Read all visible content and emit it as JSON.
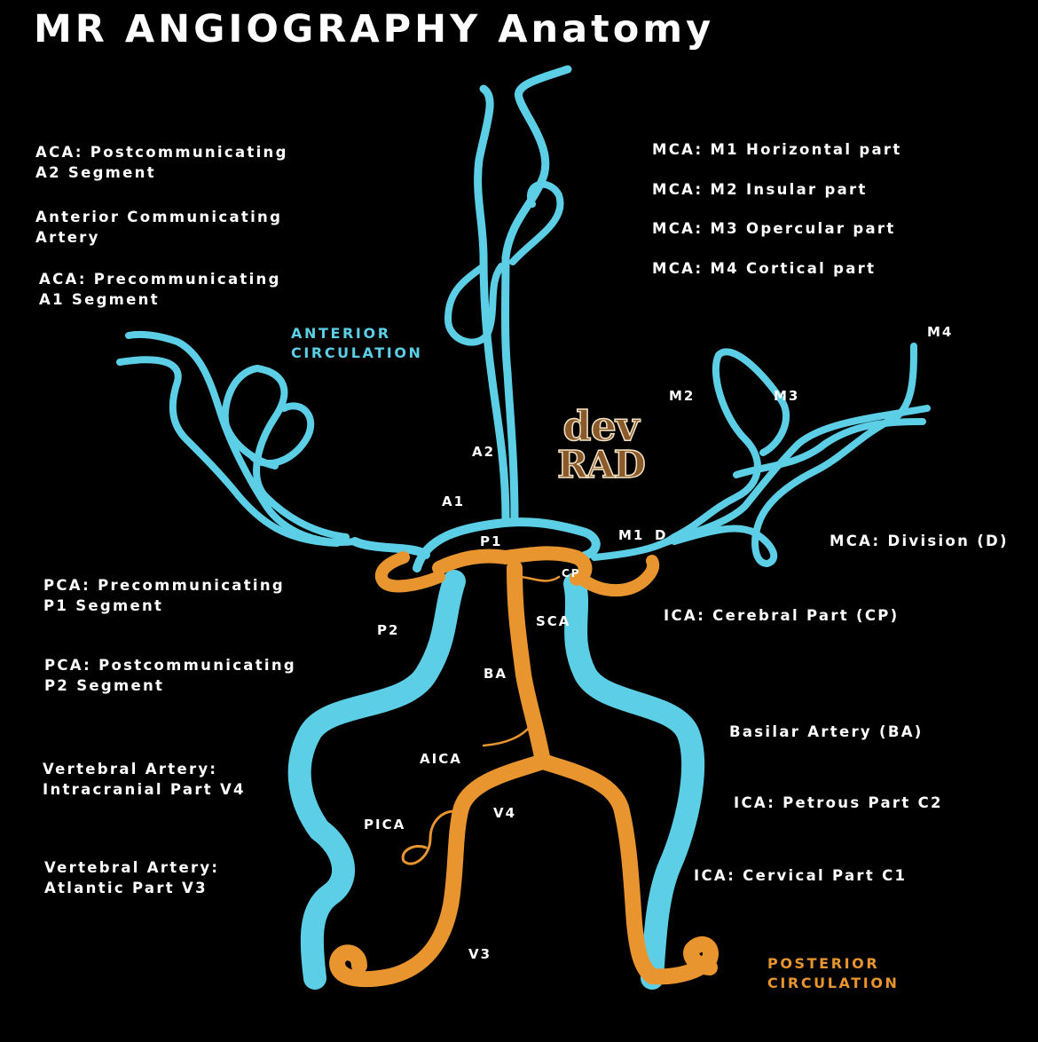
{
  "title": "MR ANGIOGRAPHY Anatomy",
  "colors": {
    "background": "#000000",
    "anterior": "#5ccfe6",
    "posterior": "#e8952f",
    "text": "#ffffff"
  },
  "circulation": {
    "anterior": [
      "ANTERIOR",
      "CIRCULATION"
    ],
    "posterior": [
      "POSTERIOR",
      "CIRCULATION"
    ]
  },
  "descriptions": {
    "aca_a2": [
      "ACA: Postcommunicating",
      "A2 Segment"
    ],
    "acom": [
      "Anterior Communicating",
      "Artery"
    ],
    "aca_a1": [
      "ACA: Precommunicating",
      "A1 Segment"
    ],
    "pca_p1": [
      "PCA: Precommunicating",
      "P1 Segment"
    ],
    "pca_p2": [
      "PCA: Postcommunicating",
      "P2 Segment"
    ],
    "va_v4": [
      "Vertebral Artery:",
      "Intracranial Part V4"
    ],
    "va_v3": [
      "Vertebral Artery:",
      "Atlantic Part V3"
    ],
    "mca_m1": "MCA: M1 Horizontal part",
    "mca_m2": "MCA: M2 Insular part",
    "mca_m3": "MCA: M3 Opercular part",
    "mca_m4": "MCA: M4 Cortical part",
    "mca_div": "MCA: Division (D)",
    "ica_cp": "ICA: Cerebral Part (CP)",
    "ba": "Basilar Artery (BA)",
    "ica_c2": "ICA: Petrous Part C2",
    "ica_c1": "ICA: Cervical Part C1"
  },
  "labels": {
    "a2": "A2",
    "a1": "A1",
    "p1": "P1",
    "m1": "M1",
    "d": "D",
    "cp": "CP",
    "sca": "SCA",
    "p2": "P2",
    "ba": "BA",
    "aica": "AICA",
    "pica": "PICA",
    "v4": "V4",
    "v3": "V3",
    "m2": "M2",
    "m3": "M3",
    "m4": "M4"
  },
  "logo": [
    "dev",
    "RAD"
  ]
}
